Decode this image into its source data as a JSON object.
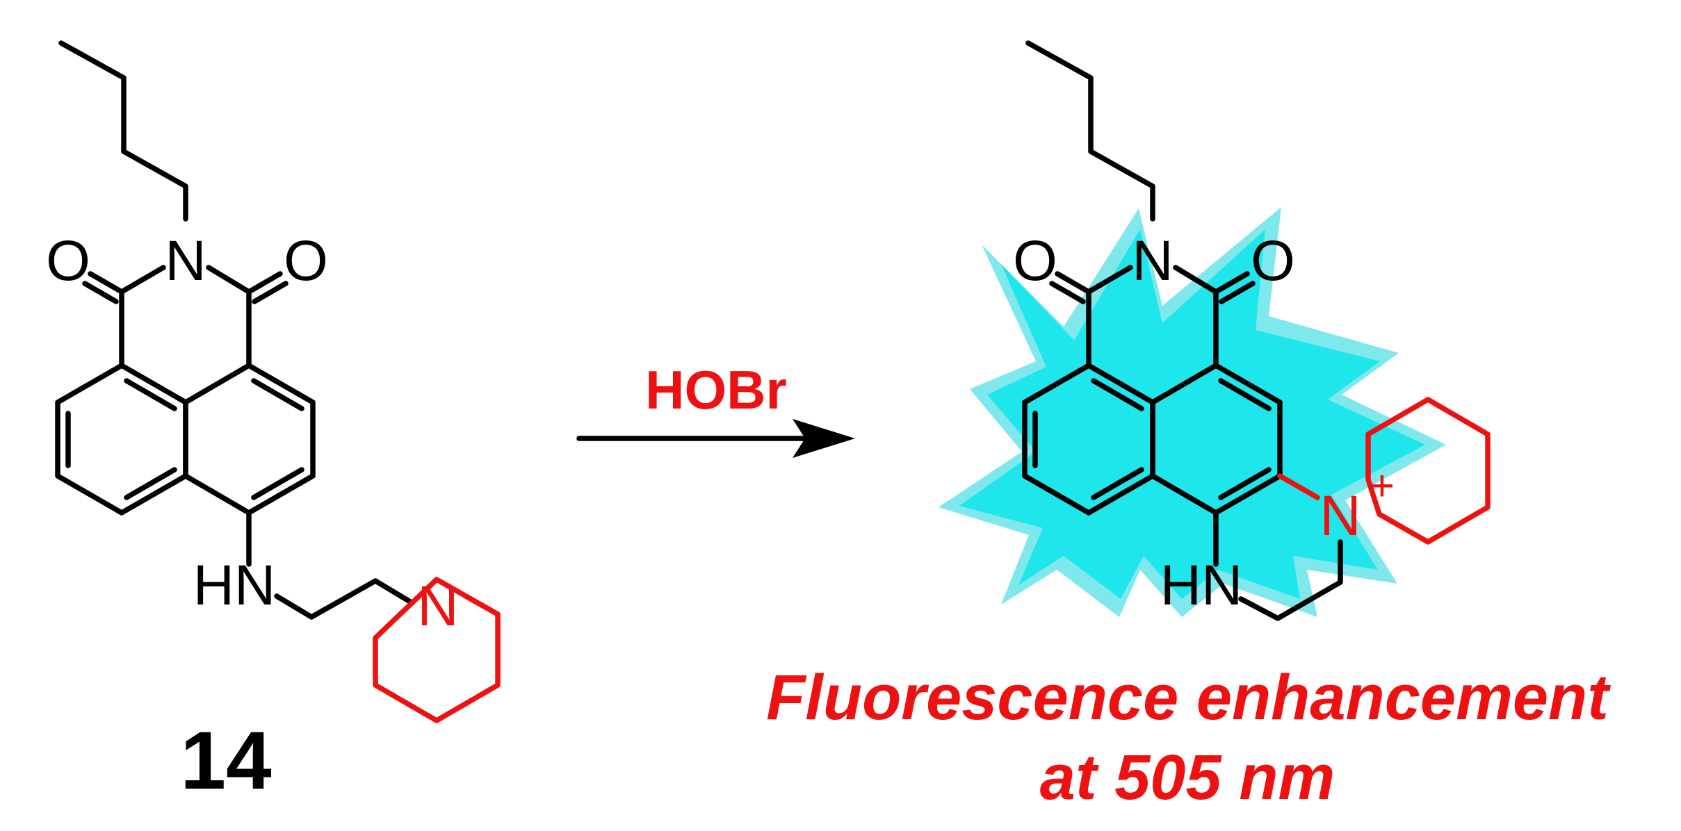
{
  "colors": {
    "bond": "#000000",
    "highlight": "#ee1111",
    "glow_outer": "#7ee8ec",
    "glow_inner": "#1fe6ea"
  },
  "reactant": {
    "label": "14",
    "atoms": {
      "n_imide": "N",
      "o_left": "O",
      "o_right": "O",
      "hn": "HN",
      "n_piperidine": "N"
    }
  },
  "reaction": {
    "reagent": "HOBr"
  },
  "product": {
    "atoms": {
      "n_imide": "N",
      "o_left": "O",
      "o_right": "O",
      "hn": "HN",
      "n_ammonium": "N",
      "charge": "+"
    }
  },
  "caption": {
    "line1": "Fluorescence enhancement",
    "line2": "at 505 nm"
  }
}
